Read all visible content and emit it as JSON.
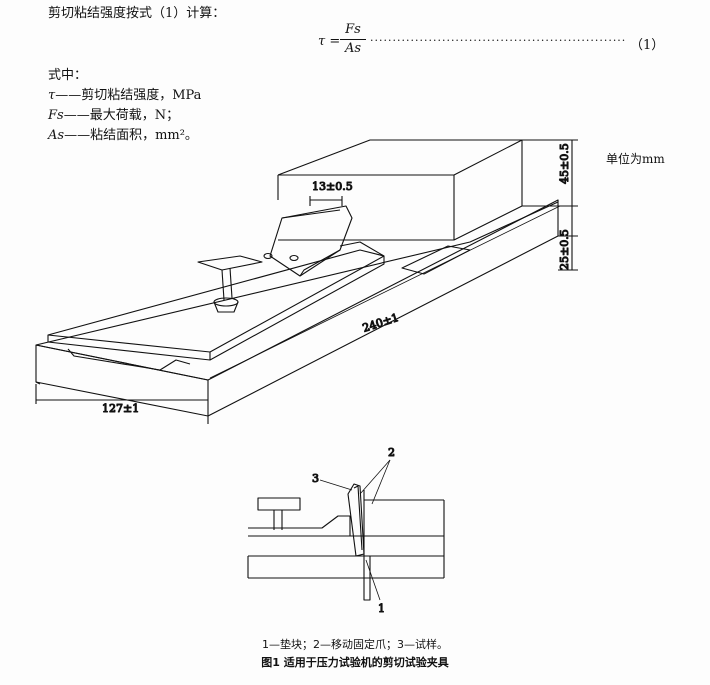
{
  "intro_text": "剪切粘结强度按式（1）计算：",
  "formula": {
    "lhs": "τ =",
    "numerator": "Fs",
    "denominator": "As",
    "dots": "······································································",
    "number": "（1）"
  },
  "where_label": "式中：",
  "definitions": [
    {
      "symbol": "τ",
      "dash": "——",
      "text": "剪切粘结强度，MPa"
    },
    {
      "symbol": "Fs",
      "dash": "——",
      "text": "最大荷载，N；"
    },
    {
      "symbol": "As",
      "dash": "——",
      "text": "粘结面积，mm²。"
    }
  ],
  "figure1": {
    "unit_note": "单位为mm",
    "dim_top_width": "13±0.5",
    "dim_height_45": "45±0.5",
    "dim_height_25": "25±0.5",
    "dim_length": "240±1",
    "dim_width": "127±1"
  },
  "figure2": {
    "label_1": "1",
    "label_2": "2",
    "label_3": "3"
  },
  "caption_legend": "1—垫块；2—移动固定爪；3—试样。",
  "caption_title": "图1    适用于压力试验机的剪切试验夹具"
}
